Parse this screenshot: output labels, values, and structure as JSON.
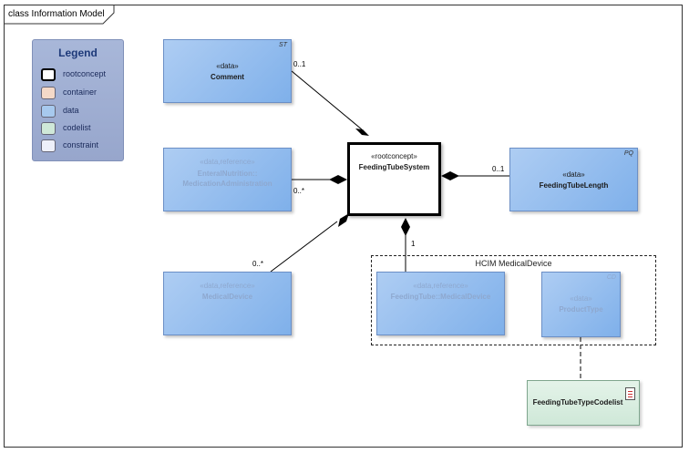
{
  "diagram": {
    "frame_title": "class Information Model",
    "legend": {
      "title": "Legend",
      "items": [
        {
          "label": "rootconcept",
          "color": "#ffffff"
        },
        {
          "label": "container",
          "color": "#f4d9c8"
        },
        {
          "label": "data",
          "color": "#a7c9ee"
        },
        {
          "label": "codelist",
          "color": "#cfe8d8"
        },
        {
          "label": "constraint",
          "color": "#eef0fa"
        }
      ]
    },
    "classes": {
      "comment": {
        "stereotype": "«data»",
        "name": "Comment",
        "tag": "ST"
      },
      "enteral": {
        "stereotype": "«data,reference»",
        "name_line1": "EnteralNutrition::",
        "name_line2": "MedicationAdministration"
      },
      "medical_device": {
        "stereotype": "«data,reference»",
        "name": "MedicalDevice"
      },
      "root": {
        "stereotype": "«rootconcept»",
        "name": "FeedingTubeSystem"
      },
      "length": {
        "stereotype": "«data»",
        "name": "FeedingTubeLength",
        "tag": "PQ"
      },
      "ft_medical_device": {
        "stereotype": "«data,reference»",
        "name": "FeedingTube::MedicalDevice"
      },
      "product_type": {
        "stereotype": "«data»",
        "name": "ProductType",
        "tag": "CD"
      },
      "codelist": {
        "name": "FeedingTubeTypeCodelist"
      }
    },
    "package_title": "HCIM MedicalDevice",
    "multiplicities": {
      "comment": "0..1",
      "enteral": "0..*",
      "medical_device": "0..*",
      "length": "0..1",
      "ft_medical_device": "1"
    }
  }
}
